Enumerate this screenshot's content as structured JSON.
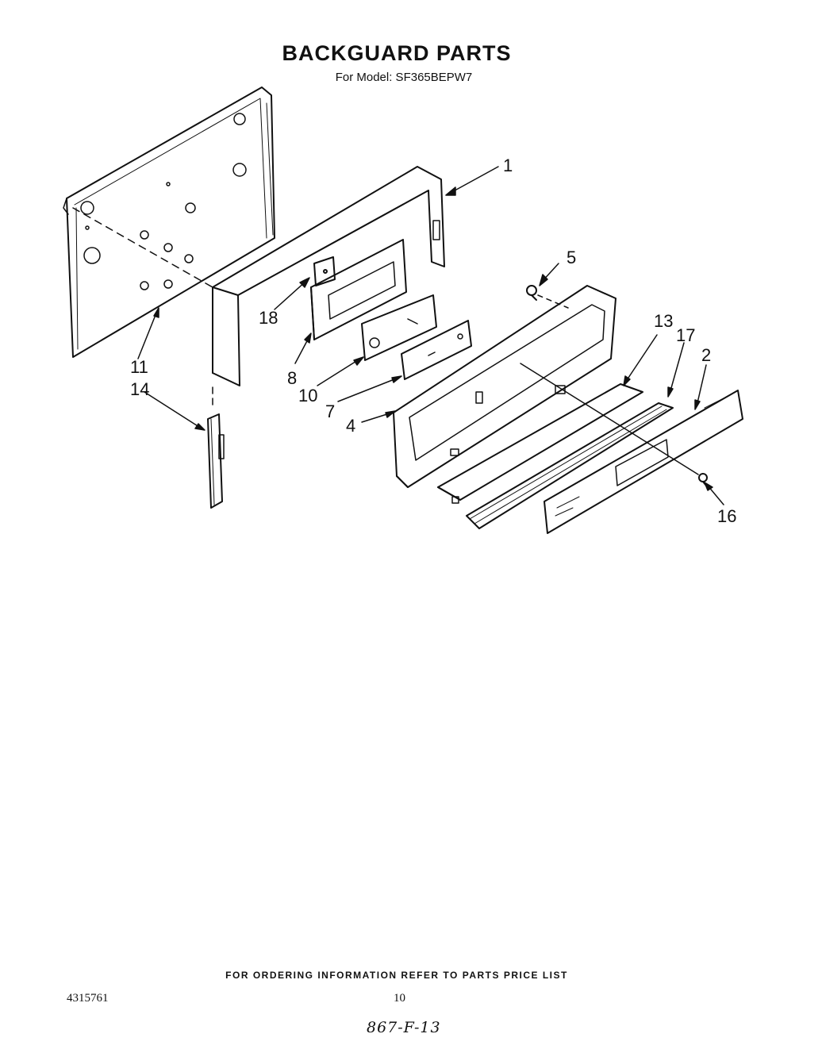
{
  "header": {
    "title": "BACKGUARD PARTS",
    "subtitle": "For Model: SF365BEPW7"
  },
  "callouts": [
    {
      "id": "c1",
      "label": "1"
    },
    {
      "id": "c2",
      "label": "2"
    },
    {
      "id": "c4",
      "label": "4"
    },
    {
      "id": "c5",
      "label": "5"
    },
    {
      "id": "c7",
      "label": "7"
    },
    {
      "id": "c8",
      "label": "8"
    },
    {
      "id": "c10",
      "label": "10"
    },
    {
      "id": "c11",
      "label": "11"
    },
    {
      "id": "c13",
      "label": "13"
    },
    {
      "id": "c14",
      "label": "14"
    },
    {
      "id": "c16",
      "label": "16"
    },
    {
      "id": "c17",
      "label": "17"
    },
    {
      "id": "c18",
      "label": "18"
    }
  ],
  "footer": {
    "ordering_note": "FOR ORDERING INFORMATION REFER TO PARTS PRICE LIST",
    "document_number": "4315761",
    "page_number": "10",
    "handwritten_code": "867-F-13"
  }
}
